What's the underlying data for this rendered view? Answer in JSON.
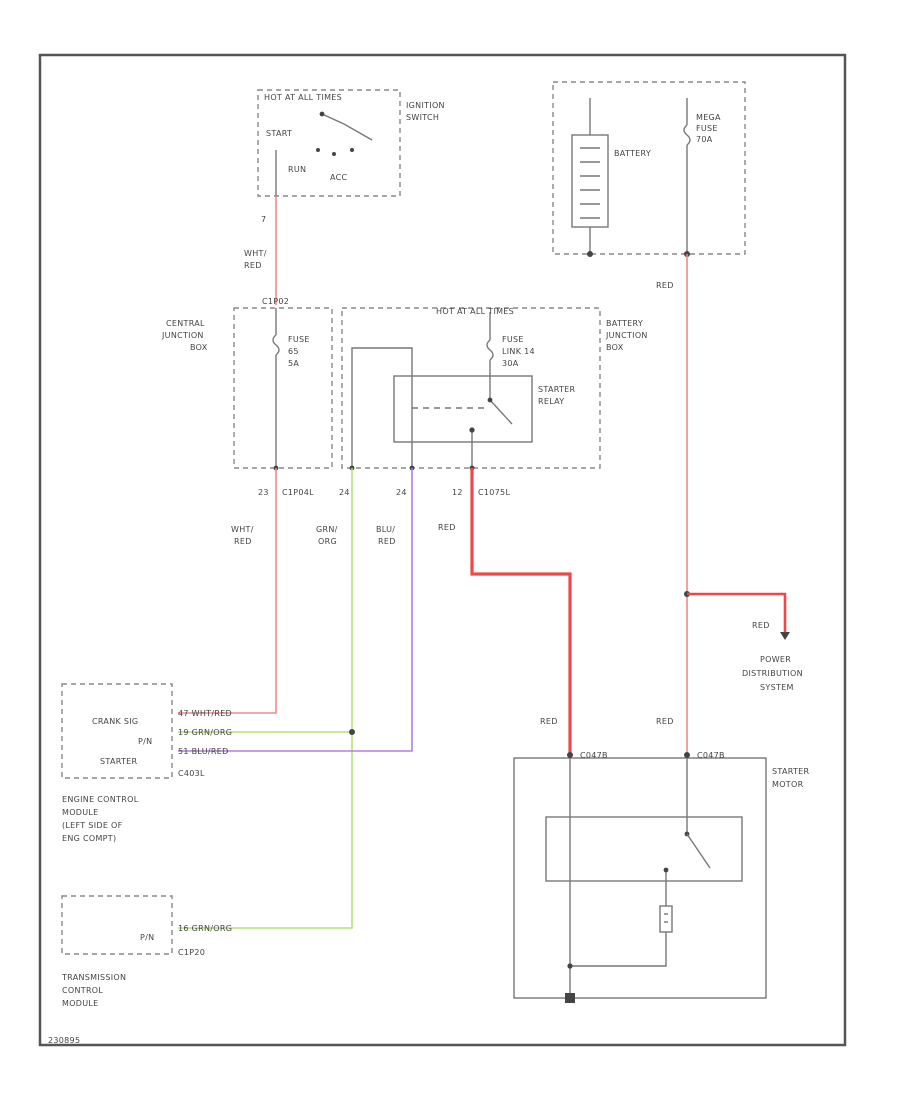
{
  "colors": {
    "wire_red": "#ef8b8b",
    "wire_red_thick": "#f04848",
    "wire_green": "#b8e07a",
    "wire_violet": "#b07ee0",
    "wire_gray": "#777777",
    "outline": "#555555"
  },
  "ignition_switch": {
    "header": "HOT AT ALL TIMES",
    "name": "IGNITION SWITCH",
    "start": "START",
    "run": "RUN",
    "acc": "ACC",
    "pin": "7"
  },
  "wire_from_ignition": "WHT/ RED",
  "central_junction_box": {
    "name": "CENTRAL JUNCTION BOX",
    "connector": "C1P02",
    "fuse": "FUSE 65 5A",
    "pin_bottom": "23",
    "connector_bottom": "C1P04L"
  },
  "battery_junction_box": {
    "header": "HOT AT ALL TIMES",
    "name": "BATTERY JUNCTION BOX",
    "fuse_link": "FUSE LINK 14 30A",
    "starter_relay": "STARTER RELAY",
    "pin_a": "24",
    "pin_b": "24",
    "pin_c": "12",
    "connector_bottom": "C1075L"
  },
  "battery_box": {
    "battery": "BATTERY",
    "mega_fuse": "MEGA FUSE 70A"
  },
  "wire_labels": {
    "wht_red": "WHT/ RED",
    "grn_org": "GRN/ ORG",
    "blu_red": "BLU/ RED",
    "red_relay": "RED",
    "red_battery": "RED",
    "red_pds": "RED",
    "red_motor_left": "RED",
    "red_motor_right": "RED"
  },
  "power_distribution": "POWER DISTRIBUTION SYSTEM",
  "ecm": {
    "rows": [
      "CRANK SIG",
      "P/N",
      "STARTER"
    ],
    "pins": [
      "47  WHT/RED",
      "19  GRN/ORG",
      "51  BLU/RED"
    ],
    "connector": "C403L",
    "name": "ENGINE CONTROL MODULE (LEFT SIDE OF ENG COMPT)"
  },
  "tcm": {
    "row": "P/N",
    "pin": "16  GRN/ORG",
    "connector": "C1P20",
    "name": "TRANSMISSION CONTROL MODULE"
  },
  "starter_motor": {
    "name": "STARTER MOTOR",
    "connector_left": "C047B",
    "connector_right": "C047B"
  },
  "diagram_id": "230895"
}
